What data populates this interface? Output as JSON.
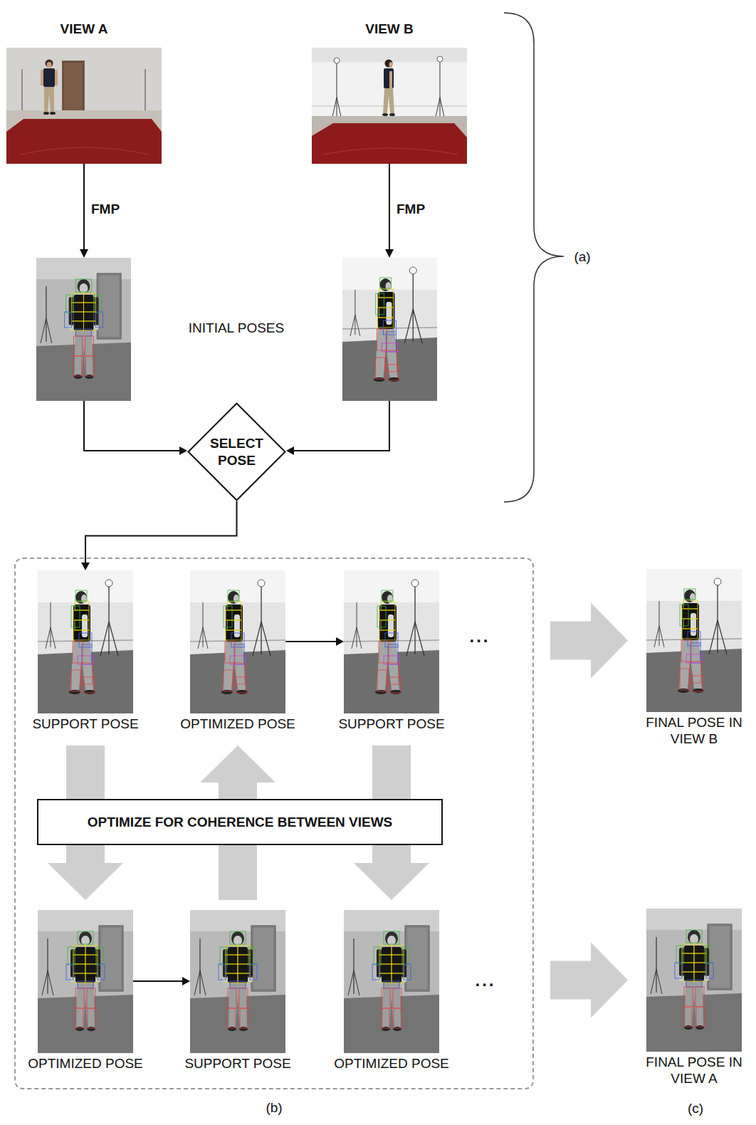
{
  "diagram": {
    "nodes": [
      {
        "text": [
          "VIEW A"
        ]
      },
      {
        "text": [
          "VIEW B"
        ]
      },
      {
        "text": [
          "SELECT POSE"
        ]
      },
      {
        "text": [
          "(b)"
        ]
      },
      {
        "text": [
          "SUPPORT POSE"
        ],
        "in": 3
      },
      {
        "text": [
          "OPTIMIZED POSE"
        ],
        "in": 3
      },
      {
        "text": [
          "SUPPORT POSE"
        ],
        "in": 3
      },
      {
        "text": [
          "OPTIMIZE FOR COHERENCE BETWEEN VIEWS"
        ],
        "in": 3
      },
      {
        "text": [
          "OPTIMIZED POSE"
        ],
        "in": 3
      },
      {
        "text": [
          "SUPPORT POSE"
        ],
        "in": 3
      },
      {
        "text": [
          "OPTIMIZED POSE"
        ],
        "in": 3
      },
      {
        "text": [
          "FINAL POSE IN VIEW B"
        ]
      },
      {
        "text": [
          "FINAL POSE IN VIEW A"
        ]
      }
    ],
    "edges": [
      {
        "from": 2,
        "to": 4,
        "arrow": "to"
      },
      {
        "from": 5,
        "to": 6,
        "arrow": "to"
      },
      {
        "from": 8,
        "to": 9,
        "arrow": "to"
      },
      {
        "from": 4,
        "to": 8,
        "arrow": "to"
      },
      {
        "from": 9,
        "to": 5,
        "arrow": "to"
      },
      {
        "from": 6,
        "to": 10,
        "arrow": "to"
      },
      {
        "from": 3,
        "to": 11,
        "arrow": "to"
      },
      {
        "from": 3,
        "to": 12,
        "arrow": "to"
      }
    ],
    "labels": [
      "FMP",
      "FMP",
      "INITIAL POSES",
      "...",
      "...",
      "(a)",
      "(c)"
    ]
  }
}
